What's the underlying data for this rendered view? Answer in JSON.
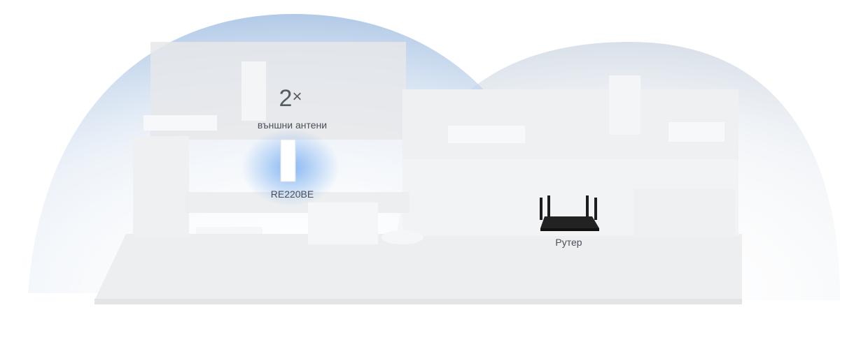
{
  "extender": {
    "antenna_count": "2",
    "times_sign": "×",
    "antenna_label": "външни антени",
    "model": "RE220BE"
  },
  "router": {
    "label": "Рутер"
  },
  "colors": {
    "coverage": "#a9c4e4",
    "glow": "#6aa6f0",
    "floor": "#eceef0",
    "text": "#4a5058"
  }
}
